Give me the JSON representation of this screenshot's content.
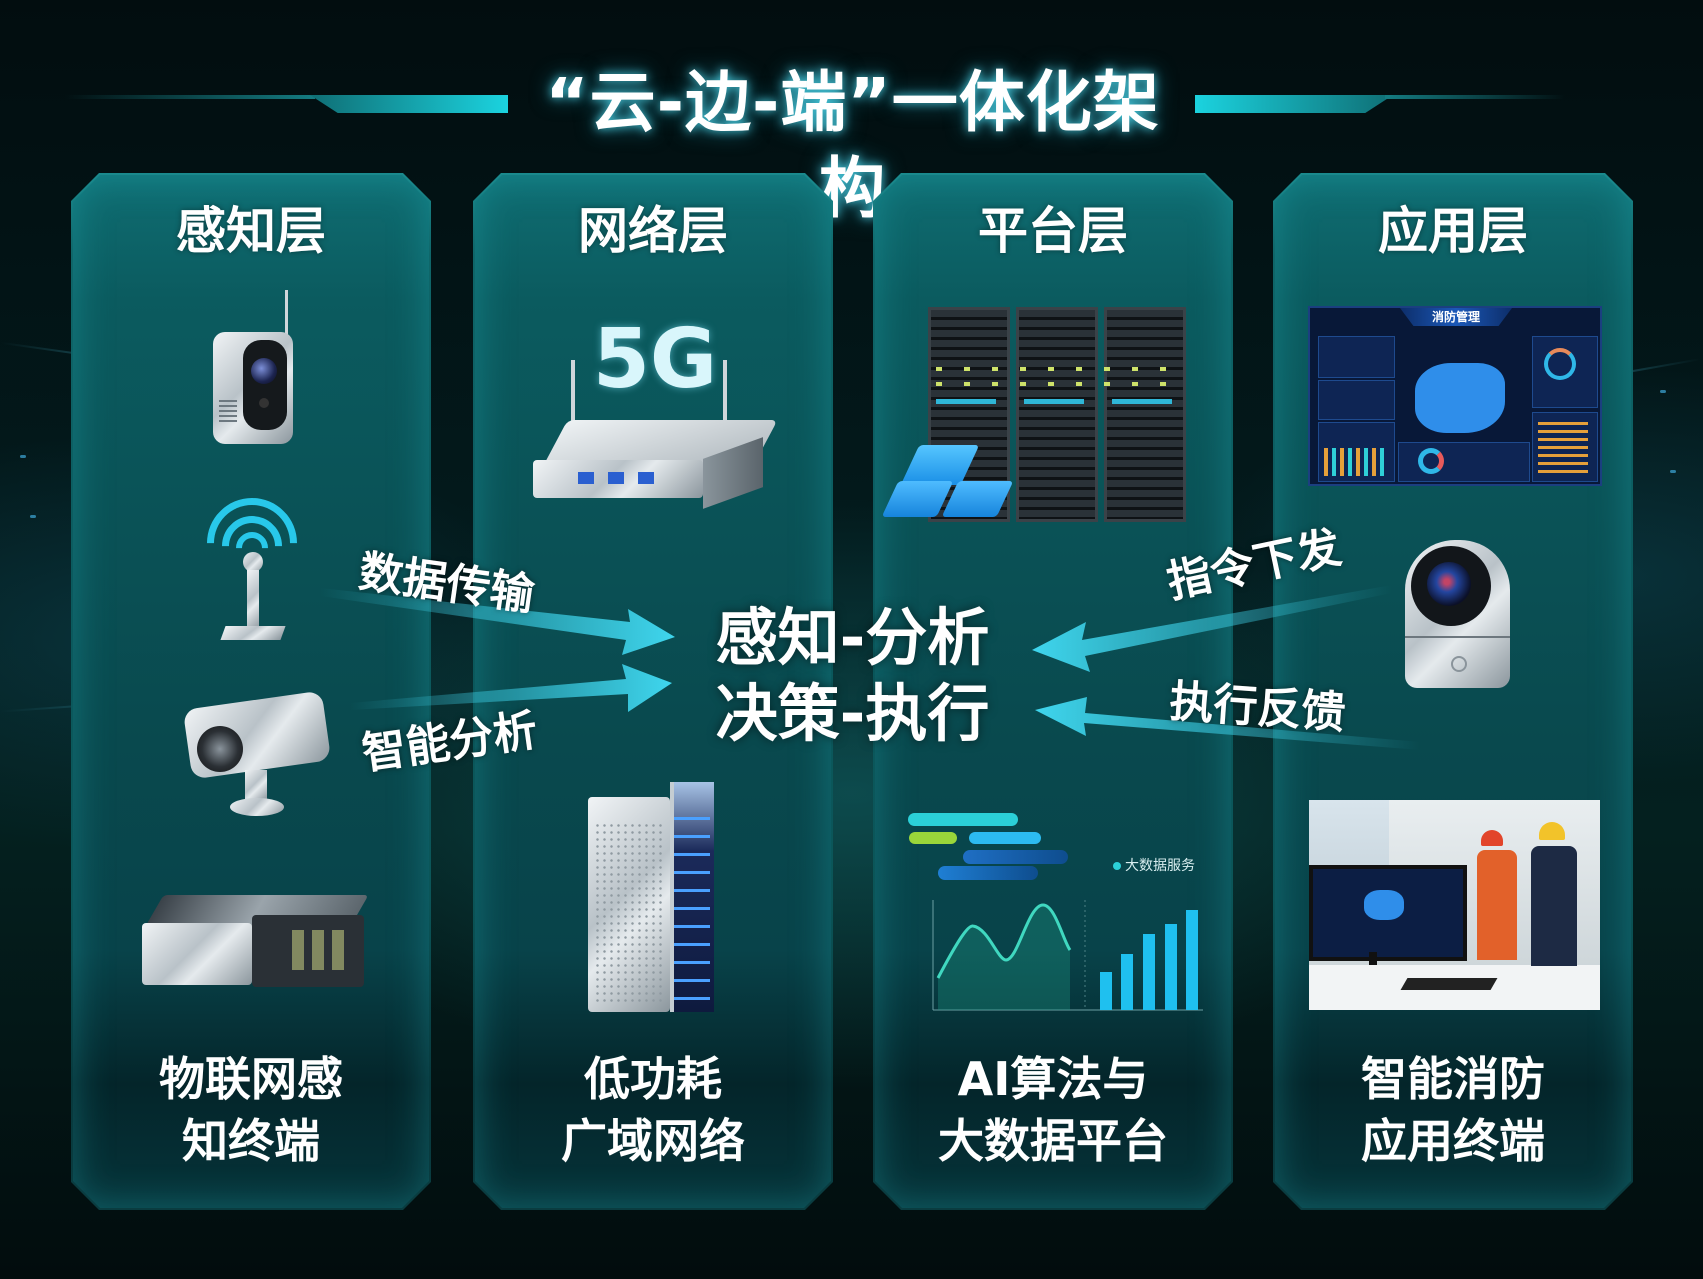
{
  "title": {
    "text": "“云-边-端”一体化架构",
    "accent_color": "#1bd3df"
  },
  "panels": [
    {
      "heading": "感知层",
      "devices": [
        "wireless-camera",
        "wifi-antenna",
        "bullet-camera",
        "edge-gateway-box"
      ],
      "caption_lines": [
        "物联网感",
        "知终端"
      ]
    },
    {
      "heading": "网络层",
      "badge": "5G",
      "devices": [
        "5g-router",
        "server-tower"
      ],
      "caption_lines": [
        "低功耗",
        "广域网络"
      ]
    },
    {
      "heading": "平台层",
      "devices": [
        "server-racks",
        "cloud-blocks",
        "analytics-chart"
      ],
      "chart_legend": "大数据服务",
      "caption_lines": [
        "AI算法与",
        "大数据平台"
      ]
    },
    {
      "heading": "应用层",
      "dashboard_title": "消防管理",
      "devices": [
        "monitoring-dashboard",
        "ptz-camera",
        "control-room-photo"
      ],
      "caption_lines": [
        "智能消防",
        "应用终端"
      ]
    }
  ],
  "flows": {
    "left_top": "数据传输",
    "left_bottom": "智能分析",
    "right_top": "指令下发",
    "right_bottom": "执行反馈"
  },
  "center": {
    "line1": "感知-分析",
    "line2": "决策-执行"
  },
  "colors": {
    "background": "#021616",
    "panel": "#0b5a5e",
    "arrow": "#3fd6ee"
  }
}
